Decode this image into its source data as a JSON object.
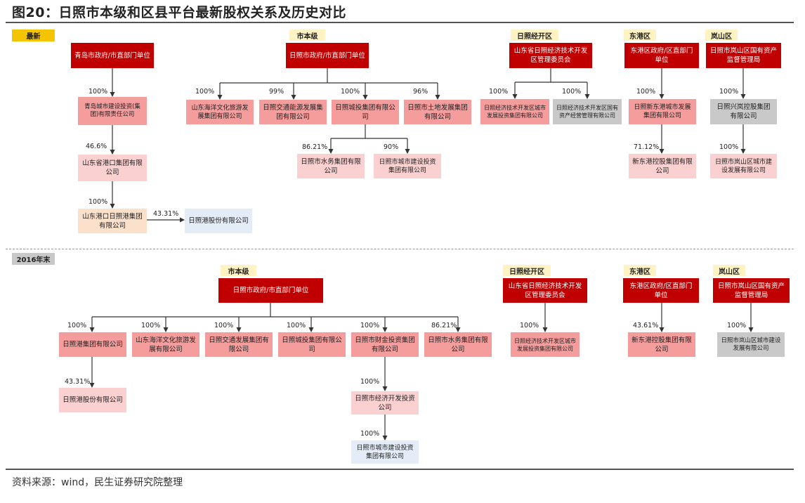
{
  "title": "图20：日照市本级和区县平台最新股权关系及历史对比",
  "source": "资料来源：wind，民生证券研究院整理",
  "sections": {
    "latest": "最新",
    "y2016": "2016年末"
  },
  "tags": {
    "city": "市本级",
    "eco_zone": "日照经开区",
    "donggang": "东港区",
    "lanshan": "岚山区"
  },
  "latest": {
    "qingdao_gov": "青岛市政府/市直部门单位",
    "qingdao_invest": "青岛城市建设投资(集团)有限责任公司",
    "shandong_port": "山东省港口集团有限公司",
    "port_rizhao": "山东港口日照港集团有限公司",
    "port_shares": "日照港股份有限公司",
    "rz_gov": "日照市政府/市直部门单位",
    "marine_tour": "山东海洋文化旅游发展集团有限公司",
    "traffic_energy": "日照交通能源发展集团有限公司",
    "city_invest": "日照城投集团有限公司",
    "land_dev": "日照市土地发展集团有限公司",
    "water_group": "日照市水务集团有限公司",
    "city_construct": "日照市城市建设投资集团有限公司",
    "eco_committee": "山东省日照经济技术开发区管理委员会",
    "eco_dev_invest": "日照经济技术开发区城市发展投资集团有限公司",
    "eco_asset_mgmt": "日照经济技术开发区国有资产经营管理有限公司",
    "dg_gov": "东港区政府/区直部门单位",
    "dg_city_dev": "日照新东港城市发展集团有限公司",
    "dg_holding": "新东港控股集团有限公司",
    "ls_sasac": "日照市岚山区国有资产监督管理局",
    "ls_holding": "日照兴岚控股集团有限公司",
    "ls_city_dev": "日照市岚山区城市建设发展有限公司",
    "pct_qd_invest": "100%",
    "pct_sd_port": "46.6%",
    "pct_port_rz": "100%",
    "pct_port_shares": "43.31%",
    "pct_marine": "100%",
    "pct_traffic": "99%",
    "pct_city_invest": "100%",
    "pct_land": "96%",
    "pct_water": "86.21%",
    "pct_construct": "90%",
    "pct_eco_dev": "100%",
    "pct_eco_asset": "100%",
    "pct_dg_city": "100%",
    "pct_dg_holding": "71.12%",
    "pct_ls_holding": "100%",
    "pct_ls_city": "100%"
  },
  "y2016": {
    "rz_gov": "日照市政府/市直部门单位",
    "rz_port_group": "日照港集团有限公司",
    "marine_tour": "山东海洋文化旅游发展有限公司",
    "traffic_dev": "日照交通发展集团有限公司",
    "city_invest": "日照城投集团有限公司",
    "finance_invest": "日照市财金投资集团有限公司",
    "water_group": "日照市水务集团有限公司",
    "port_shares": "日照港股份有限公司",
    "eco_dev_invest": "日照市经济开发投资公司",
    "city_construct": "日照市城市建设投资集团有限公司",
    "eco_committee": "山东省日照经济技术开发区管理委员会",
    "eco_dev_invest_zone": "日照经济技术开发区城市发展投资集团有限公司",
    "dg_gov": "东港区政府/区直部门单位",
    "dg_holding": "新东港控股集团有限公司",
    "ls_sasac": "日照市岚山区国有资产监督管理局",
    "ls_city_dev": "日照市岚山区城市建设发展有限公司",
    "pct_port_group": "100%",
    "pct_marine": "100%",
    "pct_traffic": "100%",
    "pct_city_invest": "100%",
    "pct_finance": "100%",
    "pct_water": "86.21%",
    "pct_port_shares": "43.31%",
    "pct_eco_dev": "100%",
    "pct_construct": "100%",
    "pct_zone_dev": "100%",
    "pct_dg_holding": "43.61%",
    "pct_ls_city": "100%"
  }
}
